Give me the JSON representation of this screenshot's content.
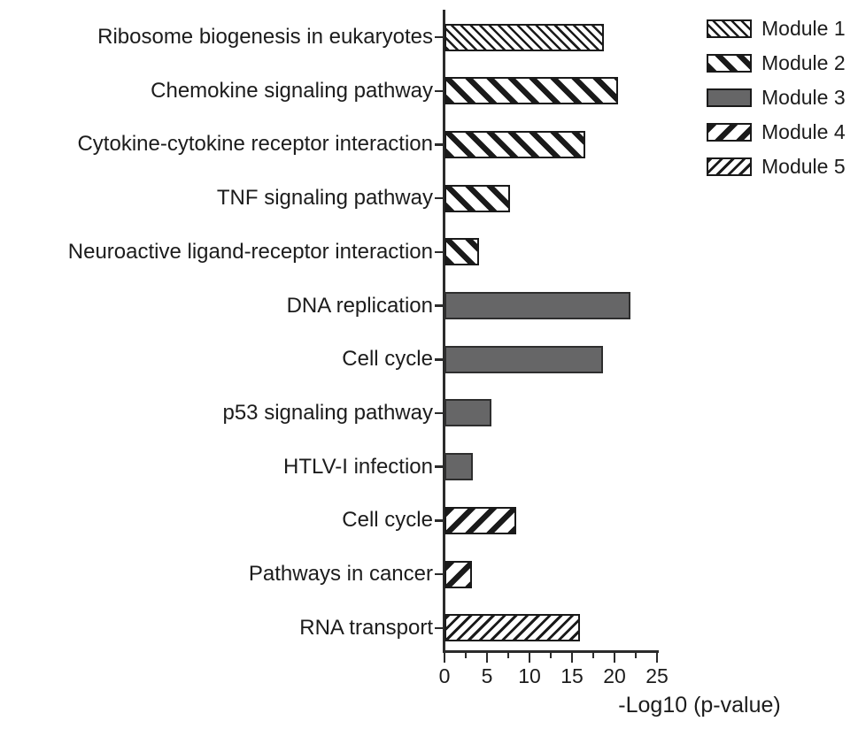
{
  "figure": {
    "background": "#ffffff"
  },
  "chart_data": {
    "type": "bar",
    "orientation": "horizontal",
    "title": "",
    "xlabel": "-Log10 (p-value)",
    "ylabel": "",
    "xlim": [
      0,
      25
    ],
    "x_major_ticks": [
      0,
      5,
      10,
      15,
      20,
      25
    ],
    "x_minor_ticks": [
      2.5,
      7.5,
      12.5,
      17.5,
      22.5
    ],
    "grid": false,
    "legend_position": "top-right",
    "legend": [
      {
        "label": "Module 1",
        "pattern": "dense-backslash-hatch"
      },
      {
        "label": "Module 2",
        "pattern": "wide-backslash-hatch"
      },
      {
        "label": "Module 3",
        "pattern": "solid-gray"
      },
      {
        "label": "Module 4",
        "pattern": "wide-forwardslash-hatch"
      },
      {
        "label": "Module 5",
        "pattern": "dense-forwardslash-hatch"
      }
    ],
    "bars": [
      {
        "category": "Ribosome biogenesis in eukaryotes",
        "module": "Module 1",
        "value": 18.8
      },
      {
        "category": "Chemokine signaling pathway",
        "module": "Module 2",
        "value": 20.4
      },
      {
        "category": "Cytokine-cytokine receptor interaction",
        "module": "Module 2",
        "value": 16.6
      },
      {
        "category": "TNF signaling pathway",
        "module": "Module 2",
        "value": 7.7
      },
      {
        "category": "Neuroactive ligand-receptor interaction",
        "module": "Module 2",
        "value": 4.1
      },
      {
        "category": "DNA replication",
        "module": "Module 3",
        "value": 21.9
      },
      {
        "category": "Cell cycle",
        "module": "Module 3",
        "value": 18.6
      },
      {
        "category": "p53 signaling pathway",
        "module": "Module 3",
        "value": 5.5
      },
      {
        "category": "HTLV-I infection",
        "module": "Module 3",
        "value": 3.3
      },
      {
        "category": "Cell cycle",
        "module": "Module 4",
        "value": 8.4
      },
      {
        "category": "Pathways in cancer",
        "module": "Module 4",
        "value": 3.2
      },
      {
        "category": "RNA transport",
        "module": "Module 5",
        "value": 15.9
      }
    ],
    "colors": {
      "hatch_stroke": "#1a1a1a",
      "solid_fill": "#666667",
      "axis": "#2b2b2b",
      "text": "#1c1c1c"
    }
  }
}
